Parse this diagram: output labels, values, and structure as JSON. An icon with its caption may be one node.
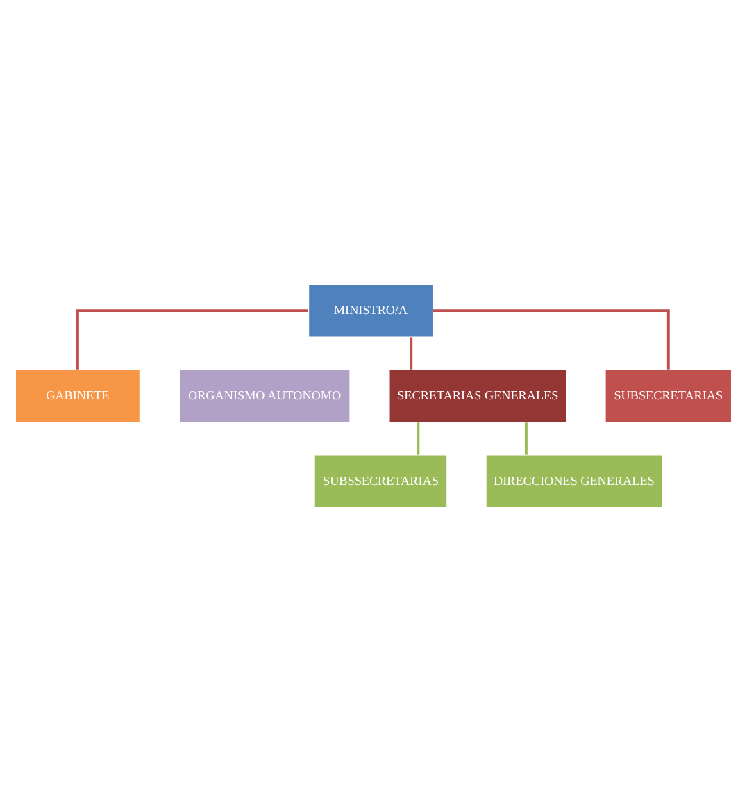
{
  "diagram": {
    "nodes": [
      {
        "text": [
          "MINISTRO/A"
        ]
      },
      {
        "text": [
          "GABINETE"
        ]
      },
      {
        "text": [
          "ORGANISMO AUTONOMO"
        ]
      },
      {
        "text": [
          "SECRETARIAS GENERALES"
        ]
      },
      {
        "text": [
          "SUBSECRETARIAS"
        ]
      },
      {
        "text": [
          "SUBSSECRETARIAS"
        ]
      },
      {
        "text": [
          "DIRECCIONES GENERALES"
        ]
      }
    ],
    "edges": [
      {
        "from": 0,
        "to": 1,
        "arrow": "none",
        "color": "#c0504d"
      },
      {
        "from": 0,
        "to": 3,
        "arrow": "none",
        "color": "#c0504d"
      },
      {
        "from": 0,
        "to": 4,
        "arrow": "none",
        "color": "#c0504d"
      },
      {
        "from": 3,
        "to": 5,
        "arrow": "none",
        "color": "#9bbb59"
      },
      {
        "from": 3,
        "to": 6,
        "arrow": "none",
        "color": "#9bbb59"
      }
    ]
  }
}
